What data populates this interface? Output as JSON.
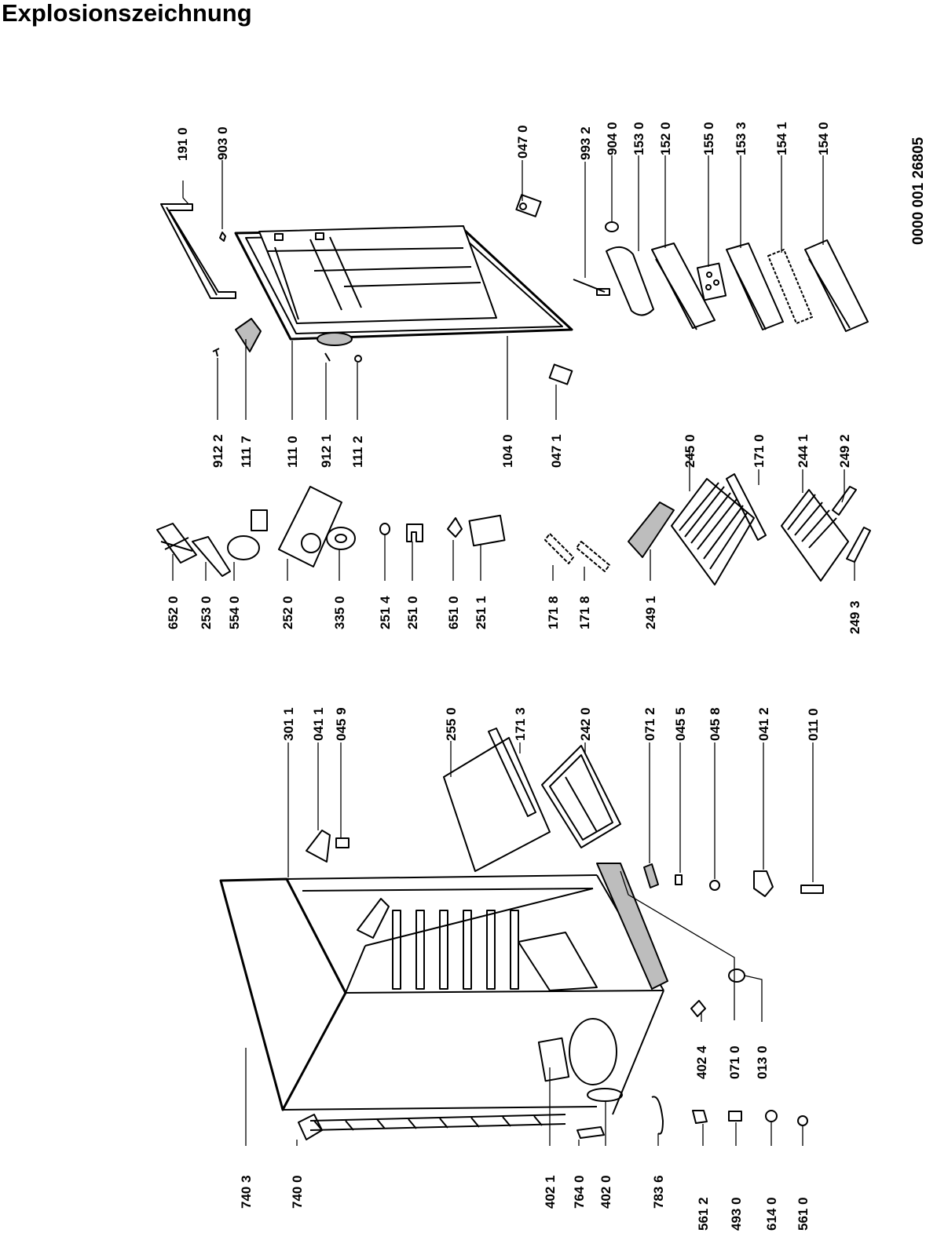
{
  "title": "Explosionszeichnung",
  "drawing_number": "0000 001 26805",
  "colors": {
    "ink": "#000000",
    "paper": "#ffffff",
    "shade": "#bdbdbd"
  },
  "labels": {
    "c191_0": "191 0",
    "c903_0": "903 0",
    "c047_0": "047 0",
    "c993_2": "993 2",
    "c904_0": "904 0",
    "c153_0": "153 0",
    "c152_0": "152 0",
    "c155_0": "155 0",
    "c153_3": "153 3",
    "c154_1": "154 1",
    "c154_0": "154 0",
    "c912_2": "912 2",
    "c111_7": "111 7",
    "c111_0": "111 0",
    "c912_1": "912 1",
    "c111_2": "111 2",
    "c104_0": "104 0",
    "c047_1": "047 1",
    "c245_0": "245 0",
    "c171_0": "171 0",
    "c244_1": "244 1",
    "c249_2": "249 2",
    "c652_0": "652 0",
    "c253_0": "253 0",
    "c554_0": "554 0",
    "c252_0": "252 0",
    "c335_0": "335 0",
    "c251_4": "251 4",
    "c251_0": "251 0",
    "c651_0": "651 0",
    "c251_1": "251 1",
    "c171_8a": "171 8",
    "c171_8b": "171 8",
    "c249_1": "249 1",
    "c249_3": "249 3",
    "c301_1": "301  1",
    "c041_1": "041 1",
    "c045_9": "045 9",
    "c255_0": "255 0",
    "c171_3": "171 3",
    "c242_0": "242 0",
    "c071_2": "071 2",
    "c045_5": "045 5",
    "c045_8": "045 8",
    "c041_2": "041 2",
    "c011_0": "011 0",
    "c740_3": "740 3",
    "c740_0": "740 0",
    "c402_1": "402 1",
    "c764_0": "764 0",
    "c402_0": "402 0",
    "c783_6": "783 6",
    "c561_2": "561 2",
    "c493_0": "493 0",
    "c614_0": "614 0",
    "c561_0": "561 0",
    "c402_4": "402 4",
    "c071_0": "071 0",
    "c013_0": "013 0"
  }
}
